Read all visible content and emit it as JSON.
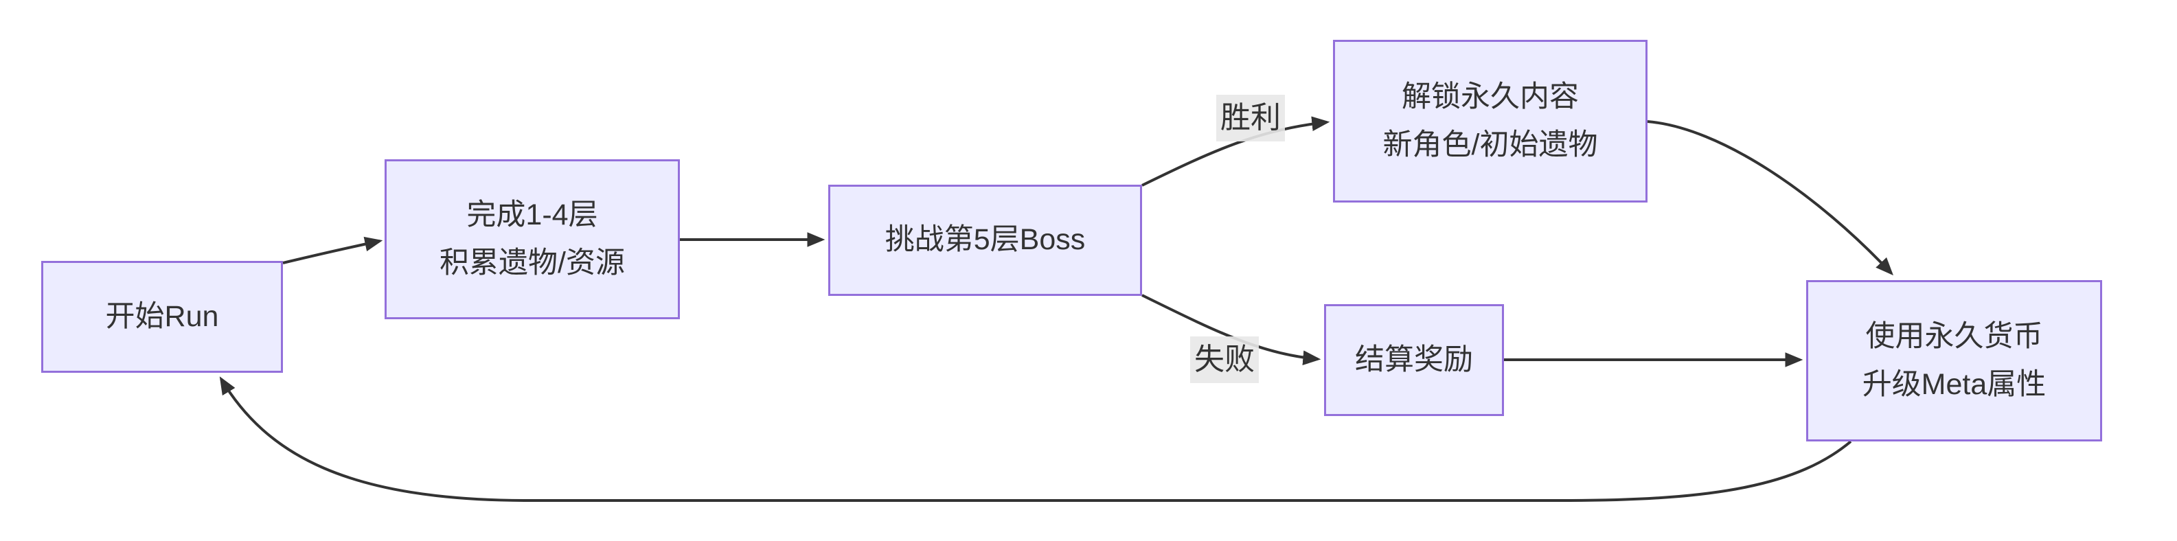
{
  "diagram": {
    "type": "flowchart",
    "direction": "left-to-right",
    "colors": {
      "node_fill": "#ECECFF",
      "node_border": "#9370DB",
      "edge_color": "#333333",
      "text_color": "#333333",
      "edge_label_bg": "#E8E8E8",
      "background": "#FFFFFF"
    },
    "nodes": [
      {
        "id": "start",
        "lines": [
          "开始Run"
        ]
      },
      {
        "id": "floors",
        "lines": [
          "完成1-4层",
          "积累遗物/资源"
        ]
      },
      {
        "id": "boss",
        "lines": [
          "挑战第5层Boss"
        ]
      },
      {
        "id": "unlock",
        "lines": [
          "解锁永久内容",
          "新角色/初始遗物"
        ]
      },
      {
        "id": "settle",
        "lines": [
          "结算奖励"
        ]
      },
      {
        "id": "meta",
        "lines": [
          "使用永久货币",
          "升级Meta属性"
        ]
      }
    ],
    "edges": [
      {
        "from": "start",
        "to": "floors",
        "label": ""
      },
      {
        "from": "floors",
        "to": "boss",
        "label": ""
      },
      {
        "from": "boss",
        "to": "unlock",
        "label": "胜利"
      },
      {
        "from": "boss",
        "to": "settle",
        "label": "失败"
      },
      {
        "from": "unlock",
        "to": "meta",
        "label": ""
      },
      {
        "from": "settle",
        "to": "meta",
        "label": ""
      },
      {
        "from": "meta",
        "to": "start",
        "label": ""
      }
    ]
  }
}
